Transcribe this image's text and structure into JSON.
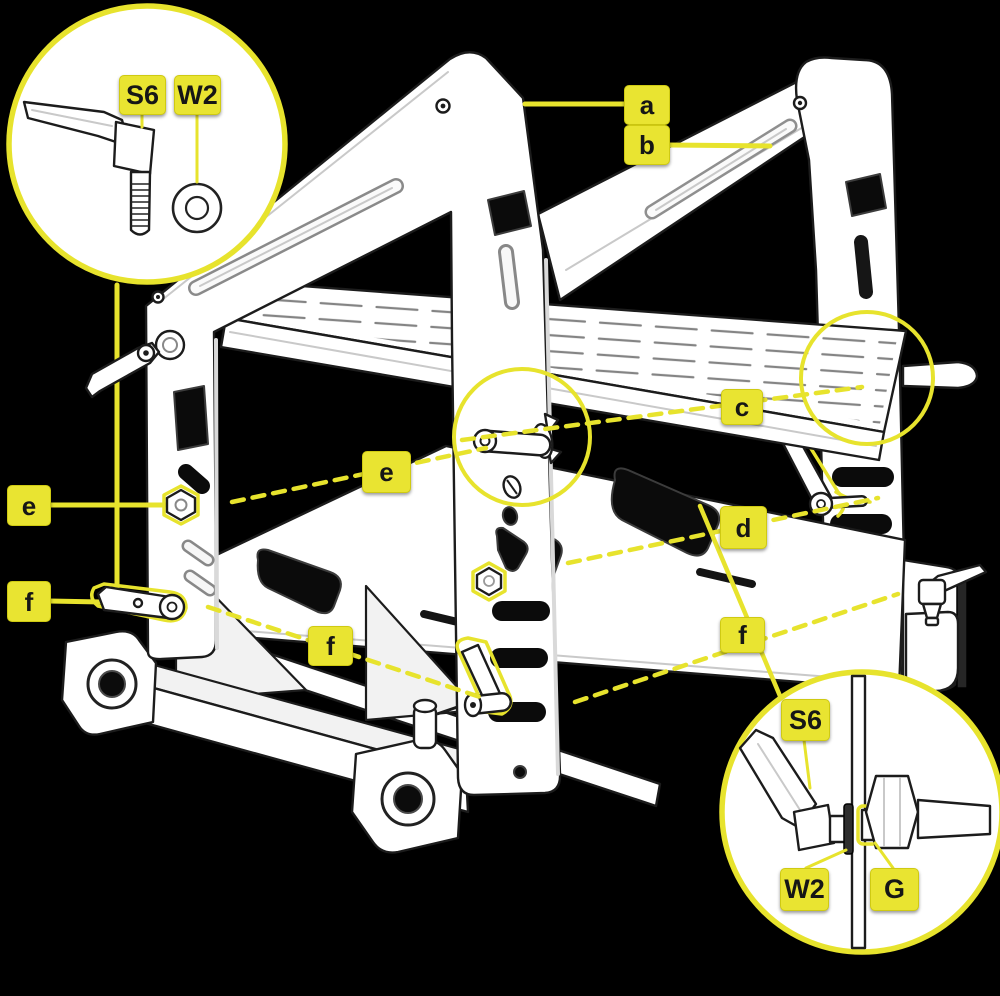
{
  "figure": {
    "type": "assembly-hardware-diagram",
    "background": "#000000",
    "description_visible_text_only": true
  },
  "palette": {
    "highlight_yellow": "#e9e431",
    "leader_yellow": "#e7e32d",
    "label_text": "#161616",
    "line_art": "#1c1c1c",
    "part_fill": "#ffffff"
  },
  "callouts": {
    "a": "a",
    "b": "b",
    "c": "c",
    "d": "d",
    "e": "e",
    "f": "f"
  },
  "hardware_labels": {
    "s6": "S6",
    "w2": "W2",
    "g": "G"
  },
  "detail_views": {
    "top_left": {
      "parts": [
        "S6",
        "W2"
      ]
    },
    "bottom_right": {
      "parts": [
        "S6",
        "W2",
        "G"
      ]
    }
  }
}
